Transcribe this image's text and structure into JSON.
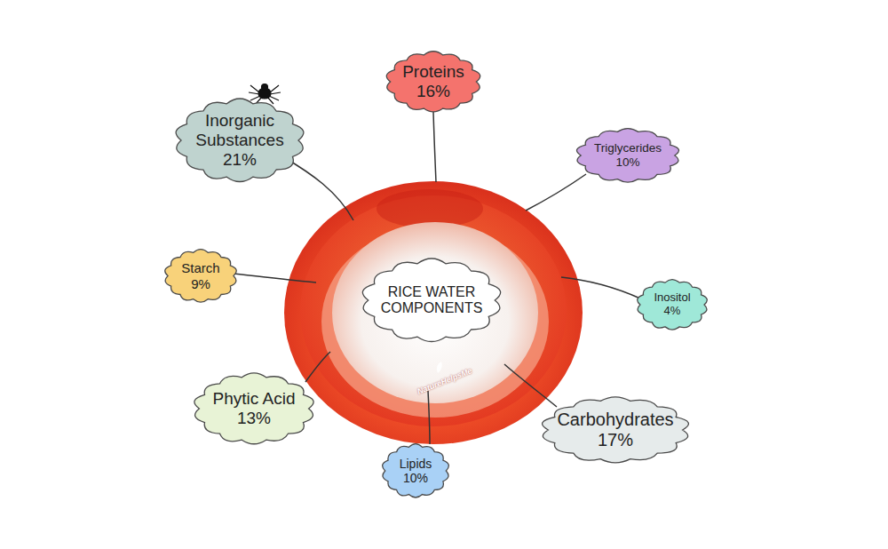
{
  "diagram": {
    "nodes": [
      {
        "text": [
          "Proteins",
          "16%"
        ]
      },
      {
        "text": [
          "Inorganic Substances",
          "21%"
        ]
      },
      {
        "text": [
          "Triglycerides",
          "10%"
        ]
      },
      {
        "text": [
          "Starch",
          "9%"
        ]
      },
      {
        "text": [
          "RICE WATER COMPONENTS"
        ]
      },
      {
        "text": [
          "Inositol",
          "4%"
        ]
      },
      {
        "text": [
          "Phytic Acid",
          "13%"
        ]
      },
      {
        "text": [
          "Carbohydrates",
          "17%"
        ]
      },
      {
        "text": [
          "Lipids",
          "10%"
        ]
      }
    ],
    "labels": [
      "NatureHelpsMe"
    ]
  }
}
